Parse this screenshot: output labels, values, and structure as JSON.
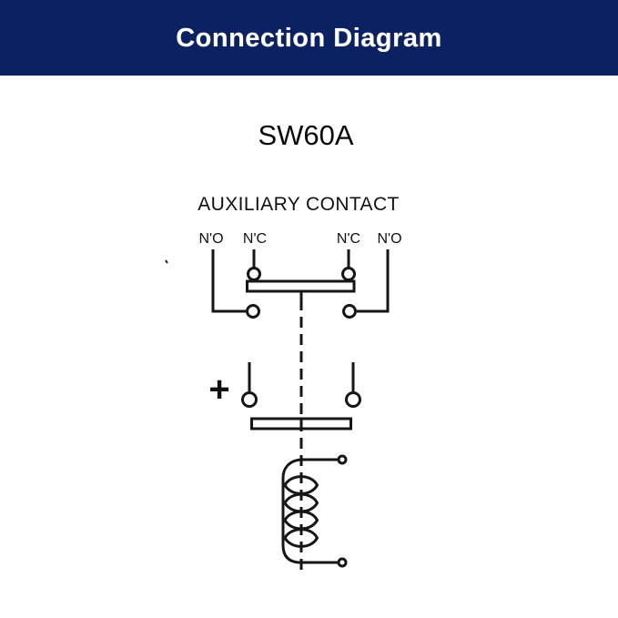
{
  "header": {
    "title": "Connection Diagram",
    "background_color": "#0b2161",
    "text_color": "#ffffff"
  },
  "product": {
    "model": "SW60A"
  },
  "diagram": {
    "section_title": "AUXILIARY CONTACT",
    "line_color": "#161616",
    "labels": {
      "aux_left_no": "N'O",
      "aux_left_nc": "N'C",
      "aux_right_nc": "N'C",
      "aux_right_no": "N'O",
      "coil_polarity": "+"
    }
  }
}
